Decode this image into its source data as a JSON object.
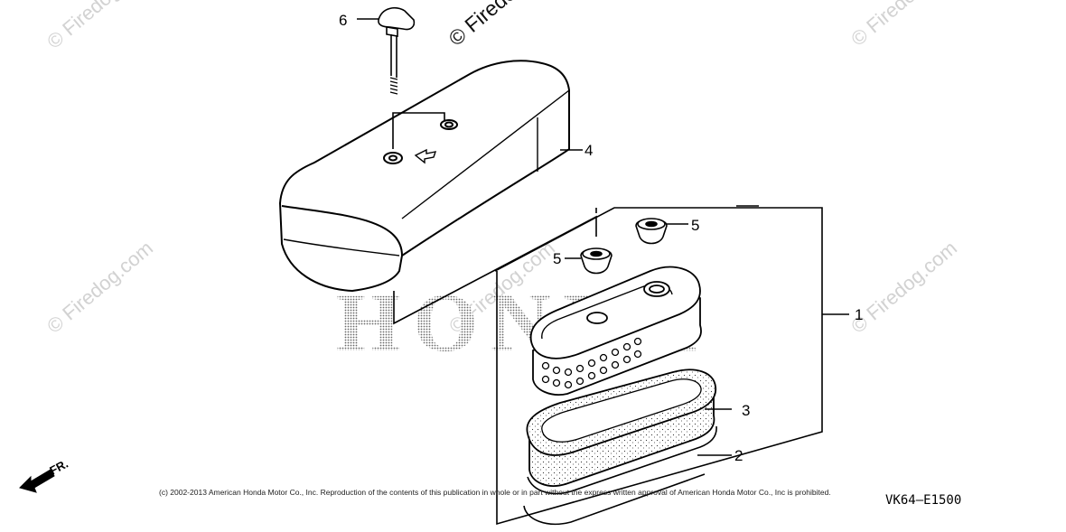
{
  "watermark": {
    "text": "© Firedog.com",
    "brand": "HONDA"
  },
  "callouts": [
    {
      "id": "1",
      "label": "1"
    },
    {
      "id": "2",
      "label": "2"
    },
    {
      "id": "3",
      "label": "3"
    },
    {
      "id": "4",
      "label": "4"
    },
    {
      "id": "5a",
      "label": "5"
    },
    {
      "id": "5b",
      "label": "5"
    },
    {
      "id": "6",
      "label": "6"
    }
  ],
  "orientation": "FR.",
  "copyright": "(c) 2002-2013 American Honda Motor Co., Inc. Reproduction of the contents of this publication in whole or in part without the express written approval of American Honda Motor Co., Inc is prohibited.",
  "diagram_code": "VK64—E1500",
  "colors": {
    "line": "#000000",
    "watermark": "#d2d2d2",
    "background": "#ffffff"
  }
}
